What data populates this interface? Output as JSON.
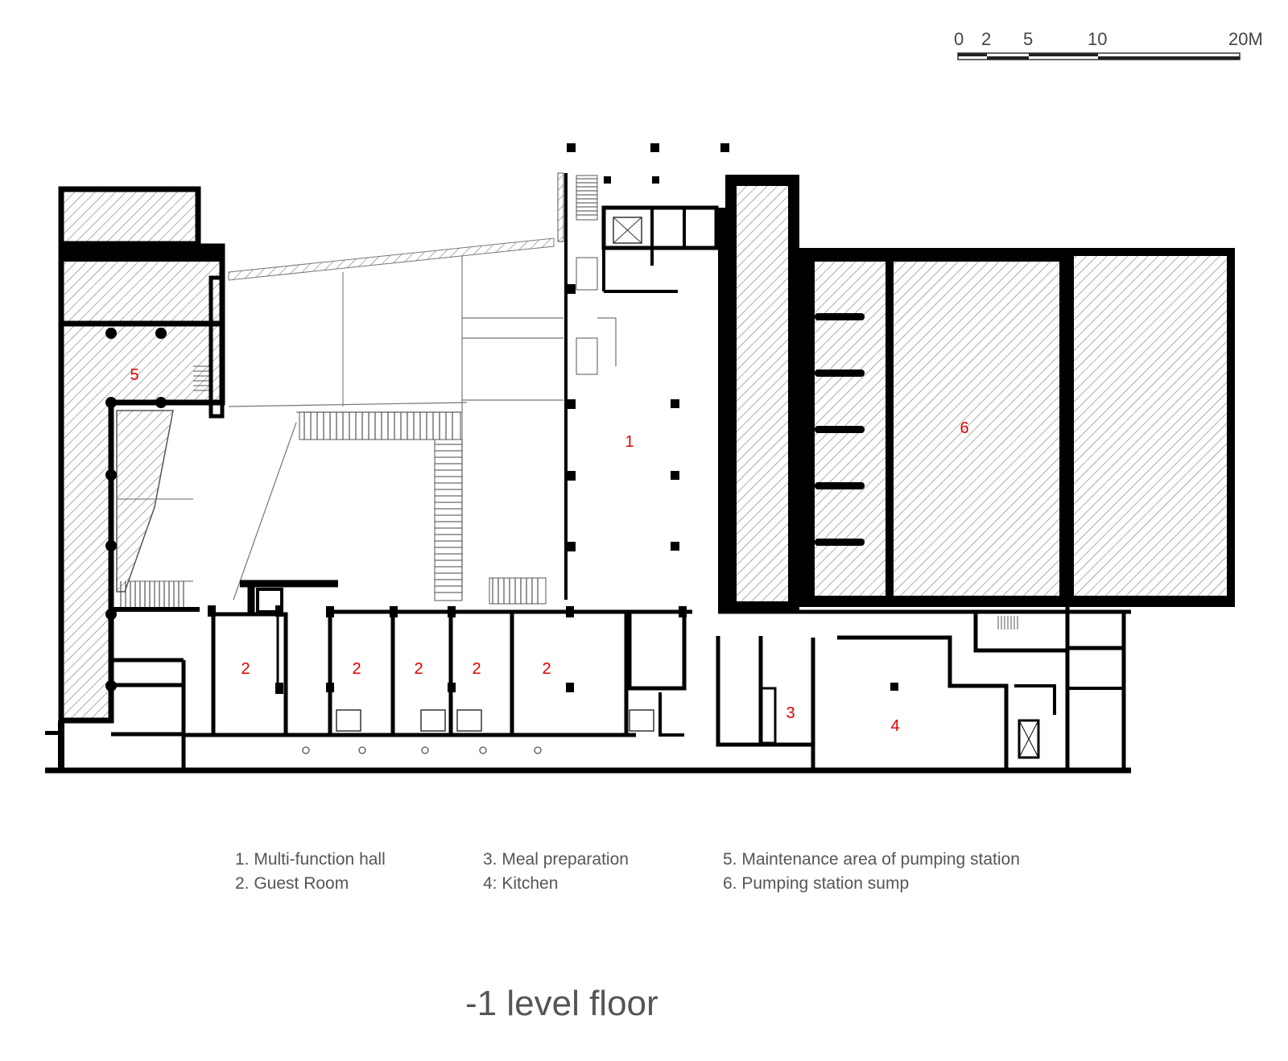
{
  "scale_bar": {
    "labels": [
      "0",
      "2",
      "5",
      "10",
      "20M"
    ]
  },
  "room_numbers": {
    "hall": "1",
    "guest_a": "2",
    "guest_b": "2",
    "guest_c": "2",
    "guest_d": "2",
    "guest_e": "2",
    "meal_prep": "3",
    "kitchen": "4",
    "maintenance": "5",
    "sump": "6"
  },
  "legend": [
    "1. Multi-function hall",
    "2. Guest Room",
    "3. Meal preparation",
    "4: Kitchen",
    "5. Maintenance area of pumping station",
    "6. Pumping station sump"
  ],
  "title": "-1 level floor",
  "colors": {
    "wall": "#000000",
    "room_number": "#e00000",
    "text": "#555555"
  }
}
